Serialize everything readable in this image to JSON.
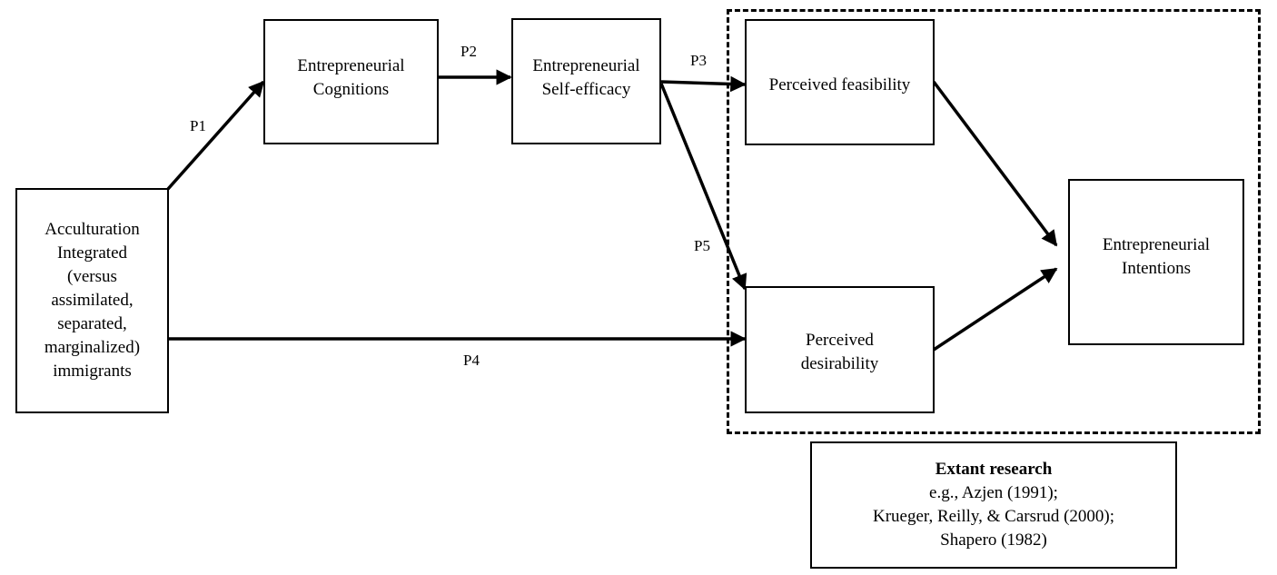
{
  "boxes": {
    "acculturation": [
      "Acculturation",
      "Integrated",
      "(versus",
      "assimilated,",
      "separated,",
      "marginalized)",
      "immigrants"
    ],
    "cognitions": [
      "Entrepreneurial",
      "Cognitions"
    ],
    "self_efficacy": [
      "Entrepreneurial",
      "Self-efficacy"
    ],
    "feasibility": [
      "Perceived feasibility"
    ],
    "desirability": [
      "Perceived",
      "desirability"
    ],
    "intentions": [
      "Entrepreneurial",
      "Intentions"
    ]
  },
  "paths": {
    "p1": "P1",
    "p2": "P2",
    "p3": "P3",
    "p4": "P4",
    "p5": "P5"
  },
  "extant_research": {
    "heading": "Extant research",
    "refs": [
      "e.g., Azjen (1991);",
      "Krueger, Reilly, & Carsrud (2000);",
      "Shapero (1982)"
    ]
  }
}
